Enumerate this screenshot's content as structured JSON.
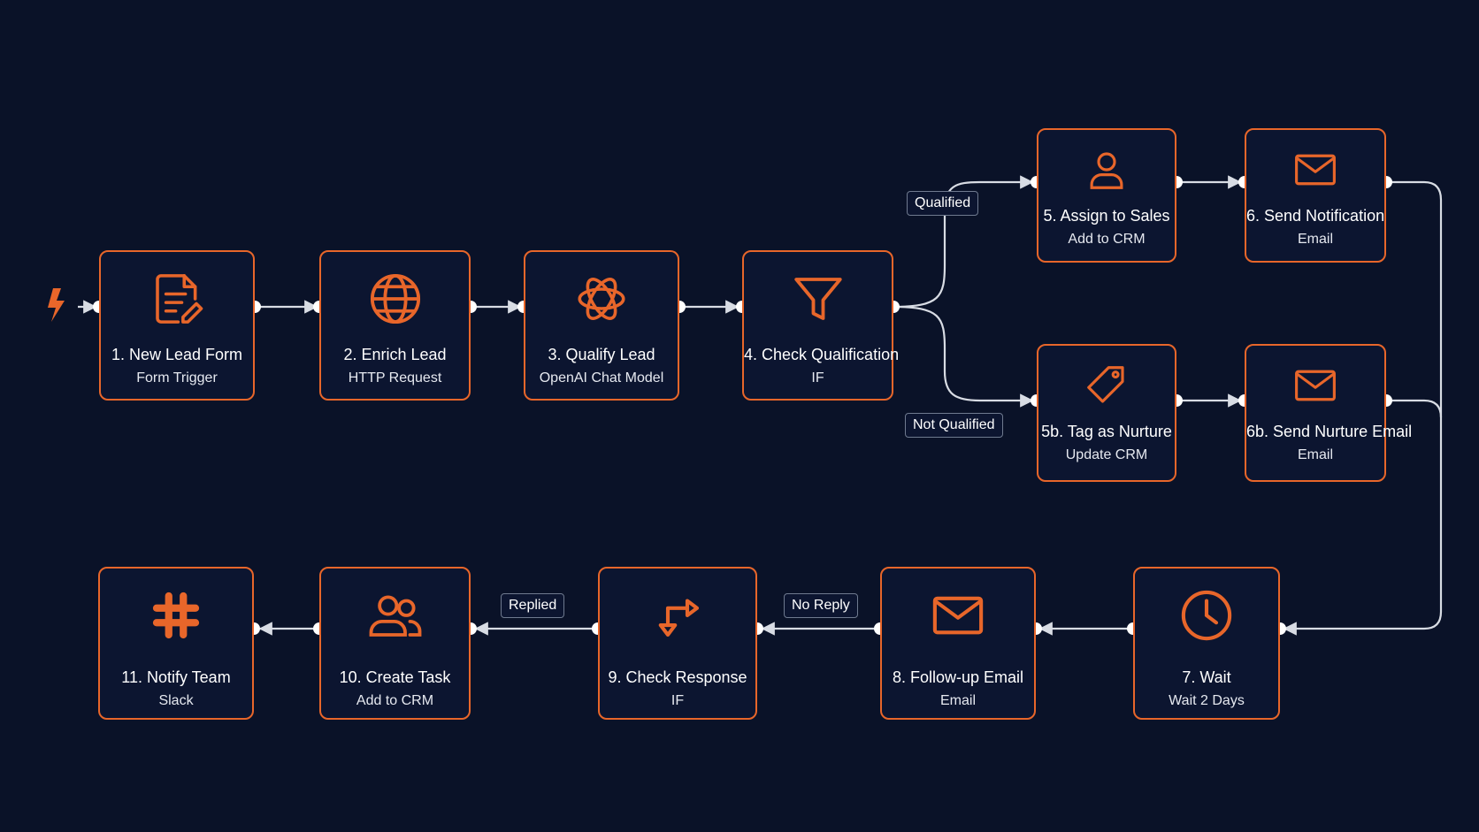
{
  "nodes": {
    "n1": {
      "title": "1. New Lead Form",
      "subtitle": "Form Trigger",
      "icon": "document-edit-icon"
    },
    "n2": {
      "title": "2. Enrich Lead",
      "subtitle": "HTTP Request",
      "icon": "globe-icon"
    },
    "n3": {
      "title": "3. Qualify Lead",
      "subtitle": "OpenAI Chat Model",
      "icon": "openai-icon"
    },
    "n4": {
      "title": "4. Check Qualification",
      "subtitle": "IF",
      "icon": "filter-icon"
    },
    "n5": {
      "title": "5. Assign to Sales",
      "subtitle": "Add to CRM",
      "icon": "user-icon"
    },
    "n6": {
      "title": "6. Send Notification",
      "subtitle": "Email",
      "icon": "mail-icon"
    },
    "n5b": {
      "title": "5b. Tag as Nurture",
      "subtitle": "Update CRM",
      "icon": "tag-icon"
    },
    "n6b": {
      "title": "6b. Send Nurture Email",
      "subtitle": "Email",
      "icon": "mail-icon"
    },
    "n7": {
      "title": "7. Wait",
      "subtitle": "Wait 2 Days",
      "icon": "clock-icon"
    },
    "n8": {
      "title": "8. Follow-up Email",
      "subtitle": "Email",
      "icon": "mail-icon"
    },
    "n9": {
      "title": "9. Check Response",
      "subtitle": "IF",
      "icon": "branch-arrow-icon"
    },
    "n10": {
      "title": "10. Create Task",
      "subtitle": "Add to CRM",
      "icon": "users-icon"
    },
    "n11": {
      "title": "11. Notify Team",
      "subtitle": "Slack",
      "icon": "slack-icon"
    }
  },
  "edge_labels": {
    "qualified": "Qualified",
    "not_qualified": "Not Qualified",
    "no_reply": "No Reply",
    "replied": "Replied"
  },
  "trigger_icon": "lightning-bolt-icon",
  "colors": {
    "background": "#0a1228",
    "accent": "#e8662a",
    "connector": "#d8dce4",
    "text": "#ffffff"
  }
}
